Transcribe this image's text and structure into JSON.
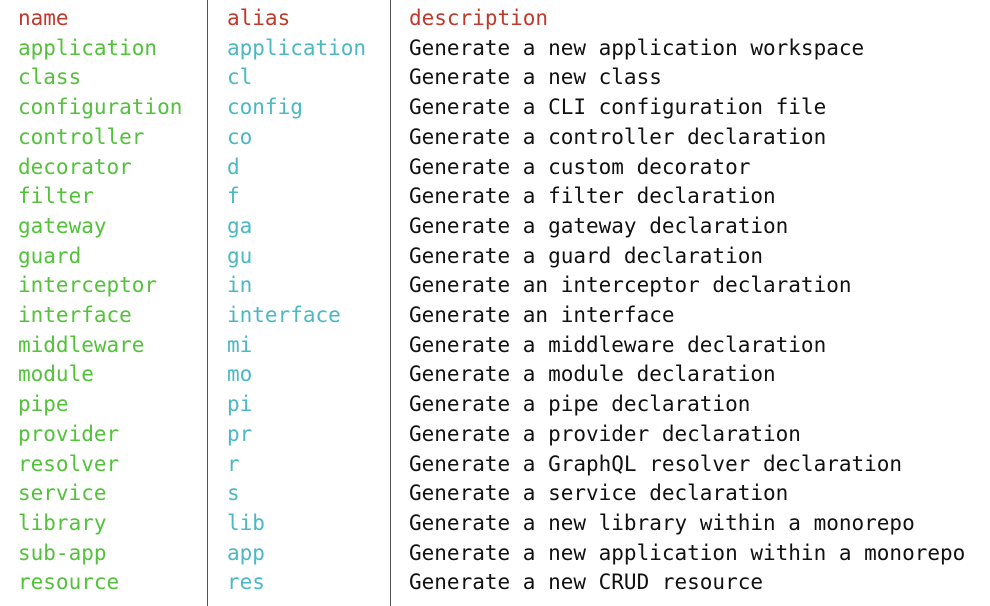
{
  "colors": {
    "header": "#c0392b",
    "name": "#53c23b",
    "alias": "#4bb8c4",
    "description": "#111111",
    "separator": "#555555",
    "background": "#ffffff"
  },
  "table": {
    "headers": {
      "name": "name",
      "alias": "alias",
      "description": "description"
    },
    "rows": [
      {
        "name": "application",
        "alias": "application",
        "description": "Generate a new application workspace"
      },
      {
        "name": "class",
        "alias": "cl",
        "description": "Generate a new class"
      },
      {
        "name": "configuration",
        "alias": "config",
        "description": "Generate a CLI configuration file"
      },
      {
        "name": "controller",
        "alias": "co",
        "description": "Generate a controller declaration"
      },
      {
        "name": "decorator",
        "alias": "d",
        "description": "Generate a custom decorator"
      },
      {
        "name": "filter",
        "alias": "f",
        "description": "Generate a filter declaration"
      },
      {
        "name": "gateway",
        "alias": "ga",
        "description": "Generate a gateway declaration"
      },
      {
        "name": "guard",
        "alias": "gu",
        "description": "Generate a guard declaration"
      },
      {
        "name": "interceptor",
        "alias": "in",
        "description": "Generate an interceptor declaration"
      },
      {
        "name": "interface",
        "alias": "interface",
        "description": "Generate an interface"
      },
      {
        "name": "middleware",
        "alias": "mi",
        "description": "Generate a middleware declaration"
      },
      {
        "name": "module",
        "alias": "mo",
        "description": "Generate a module declaration"
      },
      {
        "name": "pipe",
        "alias": "pi",
        "description": "Generate a pipe declaration"
      },
      {
        "name": "provider",
        "alias": "pr",
        "description": "Generate a provider declaration"
      },
      {
        "name": "resolver",
        "alias": "r",
        "description": "Generate a GraphQL resolver declaration"
      },
      {
        "name": "service",
        "alias": "s",
        "description": "Generate a service declaration"
      },
      {
        "name": "library",
        "alias": "lib",
        "description": "Generate a new library within a monorepo"
      },
      {
        "name": "sub-app",
        "alias": "app",
        "description": "Generate a new application within a monorepo"
      },
      {
        "name": "resource",
        "alias": "res",
        "description": "Generate a new CRUD resource"
      }
    ]
  }
}
